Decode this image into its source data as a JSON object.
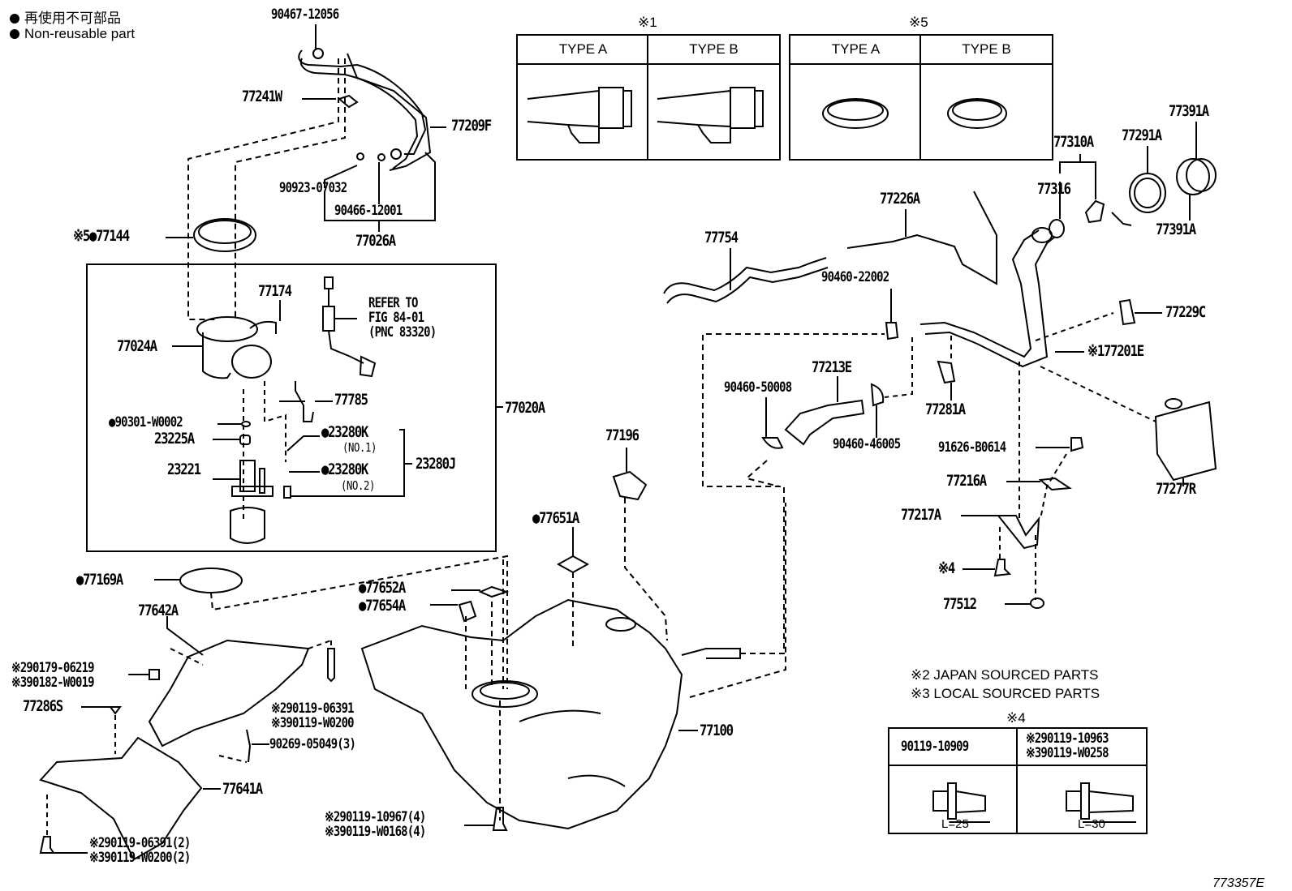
{
  "legend": {
    "jp": "再使用不可部品",
    "en": "Non-reusable part"
  },
  "figure_code": "773357E",
  "refer_to": {
    "line1": "REFER TO",
    "line2": "FIG 84-01",
    "line3": "(PNC 83320)"
  },
  "notes": {
    "note2": "※2 JAPAN SOURCED PARTS",
    "note3": "※3 LOCAL SOURCED PARTS"
  },
  "table1": {
    "title": "※1",
    "col_a": "TYPE A",
    "col_b": "TYPE B"
  },
  "table5": {
    "title": "※5",
    "col_a": "TYPE A",
    "col_b": "TYPE B"
  },
  "table4": {
    "title": "※4",
    "col_a_part": "90119-10909",
    "col_b_part_1": "※290119-10963",
    "col_b_part_2": "※390119-W0258",
    "col_a_length": "L=25",
    "col_b_length": "L=30"
  },
  "parts": {
    "p90467_12056": "90467-12056",
    "p77241W": "77241W",
    "p77209F": "77209F",
    "p90923_07032": "90923-07032",
    "p90466_12001": "90466-12001",
    "p77026A": "77026A",
    "p77144": "※5●77144",
    "p77174": "77174",
    "p77024A": "77024A",
    "p77785": "77785",
    "p77020A": "77020A",
    "p90301_W0002": "●90301-W0002",
    "p23225A": "23225A",
    "p23280K_1": "●23280K",
    "p23280K_1_sub": "(NO.1)",
    "p23280K_2": "●23280K",
    "p23280K_2_sub": "(NO.2)",
    "p23280J": "23280J",
    "p23221": "23221",
    "p77169A": "●77169A",
    "p77642A": "77642A",
    "p77652A": "●77652A",
    "p77654A": "●77654A",
    "p77651A": "●77651A",
    "p77196": "77196",
    "p77100": "77100",
    "p90179_06219": "※290179-06219",
    "p90182_W0019": "※390182-W0019",
    "p77286S": "77286S",
    "p90119_06391_a": "※290119-06391",
    "p90119_W0200_a": "※390119-W0200",
    "p90269_05049": "90269-05049(3)",
    "p77641A": "77641A",
    "p90119_06391_b": "※290119-06391(2)",
    "p90119_W0200_b": "※390119-W0200(2)",
    "p90119_10967": "※290119-10967(4)",
    "p90119_W0168": "※390119-W0168(4)",
    "p77754": "77754",
    "p77226A": "77226A",
    "p90460_22002": "90460-22002",
    "p77213E": "77213E",
    "p90460_50008": "90460-50008",
    "p90460_46005": "90460-46005",
    "p77281A": "77281A",
    "p77310A": "77310A",
    "p77316": "77316",
    "p77291A": "77291A",
    "p77391A_top": "77391A",
    "p77391A_bottom": "77391A",
    "p77229C": "77229C",
    "p77201E": "※177201E",
    "p77277R": "77277R",
    "p91626_B0614": "91626-B0614",
    "p77216A": "77216A",
    "p77217A": "77217A",
    "p_note4_bolt": "※4",
    "p77512": "77512"
  }
}
